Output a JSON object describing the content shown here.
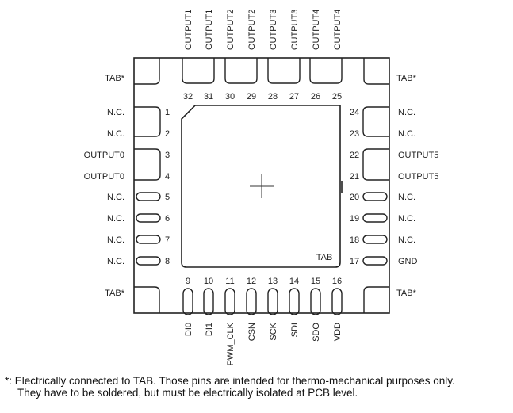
{
  "pins": {
    "left": [
      {
        "num": "1",
        "name": "N.C."
      },
      {
        "num": "2",
        "name": "N.C."
      },
      {
        "num": "3",
        "name": "OUTPUT0"
      },
      {
        "num": "4",
        "name": "OUTPUT0"
      },
      {
        "num": "5",
        "name": "N.C."
      },
      {
        "num": "6",
        "name": "N.C."
      },
      {
        "num": "7",
        "name": "N.C."
      },
      {
        "num": "8",
        "name": "N.C."
      }
    ],
    "bottom": [
      {
        "num": "9",
        "name": "DI0"
      },
      {
        "num": "10",
        "name": "DI1"
      },
      {
        "num": "11",
        "name": "PWM_CLK"
      },
      {
        "num": "12",
        "name": "CSN"
      },
      {
        "num": "13",
        "name": "SCK"
      },
      {
        "num": "14",
        "name": "SDI"
      },
      {
        "num": "15",
        "name": "SDO"
      },
      {
        "num": "16",
        "name": "VDD"
      }
    ],
    "right": [
      {
        "num": "17",
        "name": "GND"
      },
      {
        "num": "18",
        "name": "N.C."
      },
      {
        "num": "19",
        "name": "N.C."
      },
      {
        "num": "20",
        "name": "N.C."
      },
      {
        "num": "21",
        "name": "OUTPUT5"
      },
      {
        "num": "22",
        "name": "OUTPUT5"
      },
      {
        "num": "23",
        "name": "N.C."
      },
      {
        "num": "24",
        "name": "N.C."
      }
    ],
    "top": [
      {
        "num": "25",
        "name": "OUTPUT4"
      },
      {
        "num": "26",
        "name": "OUTPUT4"
      },
      {
        "num": "27",
        "name": "OUTPUT3"
      },
      {
        "num": "28",
        "name": "OUTPUT3"
      },
      {
        "num": "29",
        "name": "OUTPUT2"
      },
      {
        "num": "30",
        "name": "OUTPUT2"
      },
      {
        "num": "31",
        "name": "OUTPUT1"
      },
      {
        "num": "32",
        "name": "OUTPUT1"
      }
    ]
  },
  "corner_tabs": {
    "top_left": "TAB*",
    "top_right": "TAB*",
    "bottom_left": "TAB*",
    "bottom_right": "TAB*"
  },
  "exposed_pad_label": "TAB",
  "footnote": {
    "line1": "*: Electrically connected to TAB. Those pins are intended for thermo-mechanical purposes only.",
    "line2": "They have to be soldered, but must be electrically isolated at PCB level."
  }
}
